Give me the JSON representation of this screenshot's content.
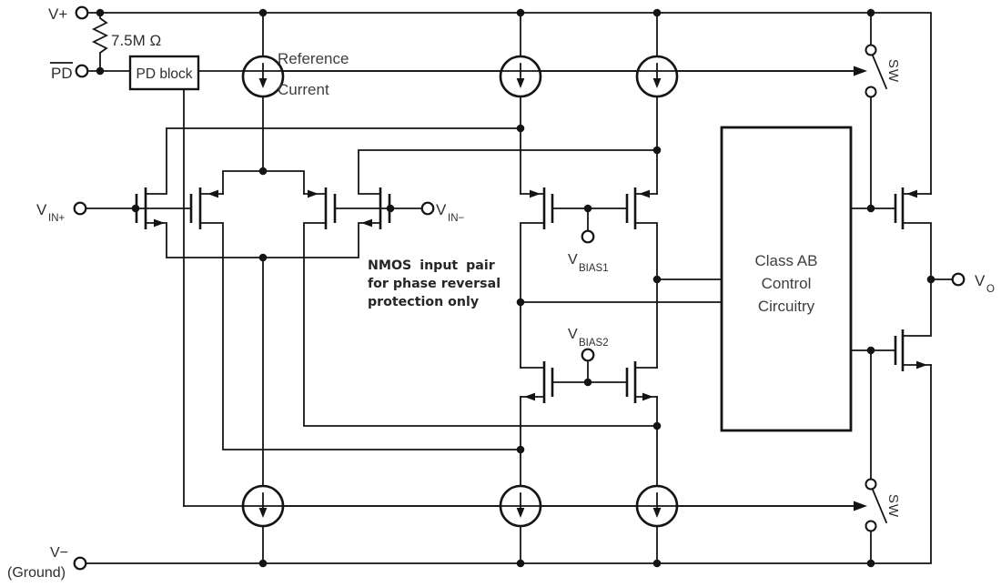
{
  "supply": {
    "vplus": "V+",
    "vminus": "V−",
    "ground": "(Ground)"
  },
  "powerdown": {
    "pin": "PD",
    "resistor": "7.5M Ω",
    "block": "PD block",
    "switch_top": "SW",
    "switch_bottom": "SW"
  },
  "reference": {
    "line1": "Reference",
    "line2": "Current"
  },
  "inputs": {
    "vin_plus": {
      "main": "V",
      "sub": "IN+"
    },
    "vin_minus": {
      "main": "V",
      "sub": "IN−"
    }
  },
  "note": {
    "line1": "NMOS input pair",
    "line2": "for phase reversal",
    "line3": "protection only"
  },
  "bias": {
    "vbias1": {
      "main": "V",
      "sub": "BIAS1"
    },
    "vbias2": {
      "main": "V",
      "sub": "BIAS2"
    }
  },
  "class_ab": {
    "line1": "Class AB",
    "line2": "Control",
    "line3": "Circuitry"
  },
  "output": {
    "vo": {
      "main": "V",
      "sub": "O"
    }
  },
  "colors": {
    "wire": "#141414",
    "text": "#2e2e2e",
    "annotation": "#3e3e3e",
    "background": "#ffffff"
  }
}
